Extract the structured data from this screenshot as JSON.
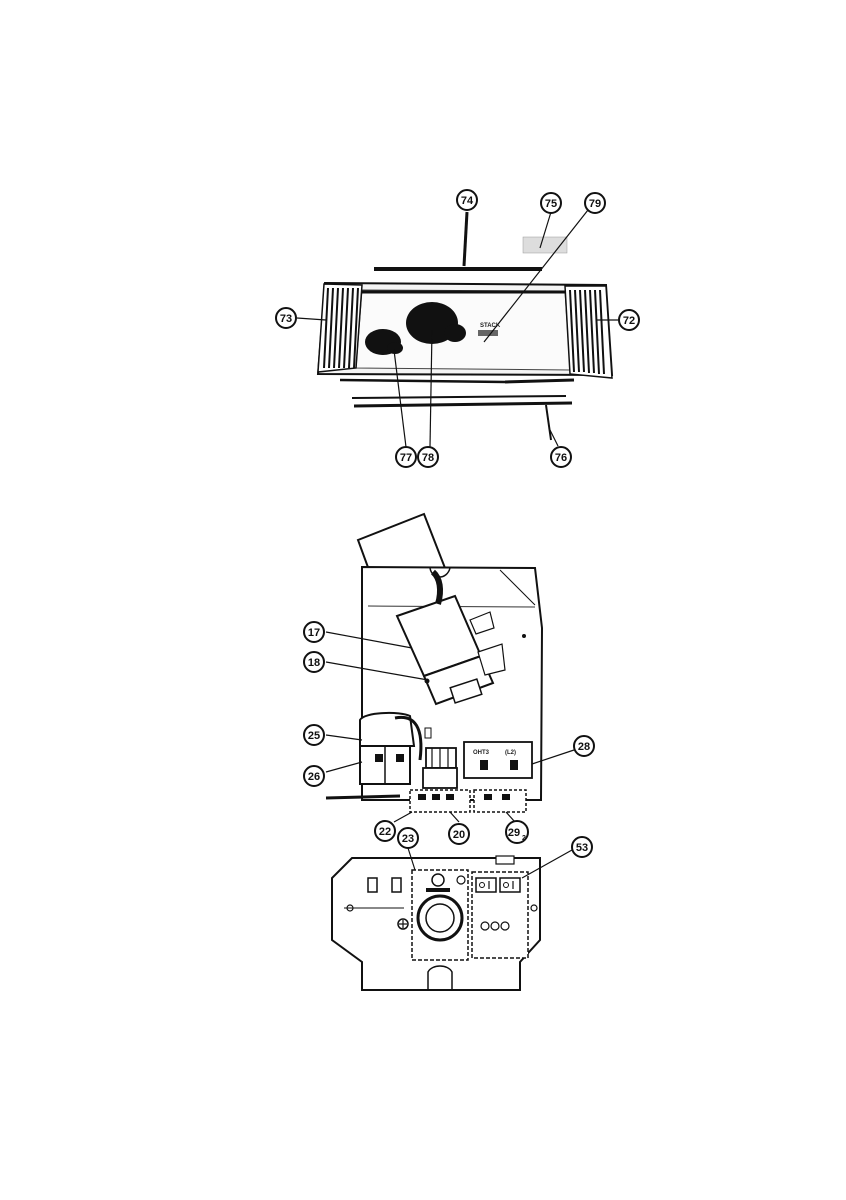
{
  "callouts": [
    {
      "id": "c74",
      "label": "74"
    },
    {
      "id": "c75",
      "label": "75"
    },
    {
      "id": "c79",
      "label": "79"
    },
    {
      "id": "c73",
      "label": "73"
    },
    {
      "id": "c72",
      "label": "72"
    },
    {
      "id": "c77",
      "label": "77"
    },
    {
      "id": "c78",
      "label": "78"
    },
    {
      "id": "c76",
      "label": "76"
    },
    {
      "id": "c17",
      "label": "17"
    },
    {
      "id": "c18",
      "label": "18"
    },
    {
      "id": "c25",
      "label": "25"
    },
    {
      "id": "c26",
      "label": "26"
    },
    {
      "id": "c28",
      "label": "28"
    },
    {
      "id": "c22",
      "label": "22"
    },
    {
      "id": "c23",
      "label": "23"
    },
    {
      "id": "c20",
      "label": "20"
    },
    {
      "id": "c29",
      "label": "29",
      "subscript": "2"
    },
    {
      "id": "c53",
      "label": "53"
    }
  ],
  "panel_labels": {
    "stack_text": "STACK",
    "terminal_left": "OHT3",
    "terminal_right": "(L2)"
  },
  "colors": {
    "ink": "#111111",
    "paper": "#ffffff"
  }
}
